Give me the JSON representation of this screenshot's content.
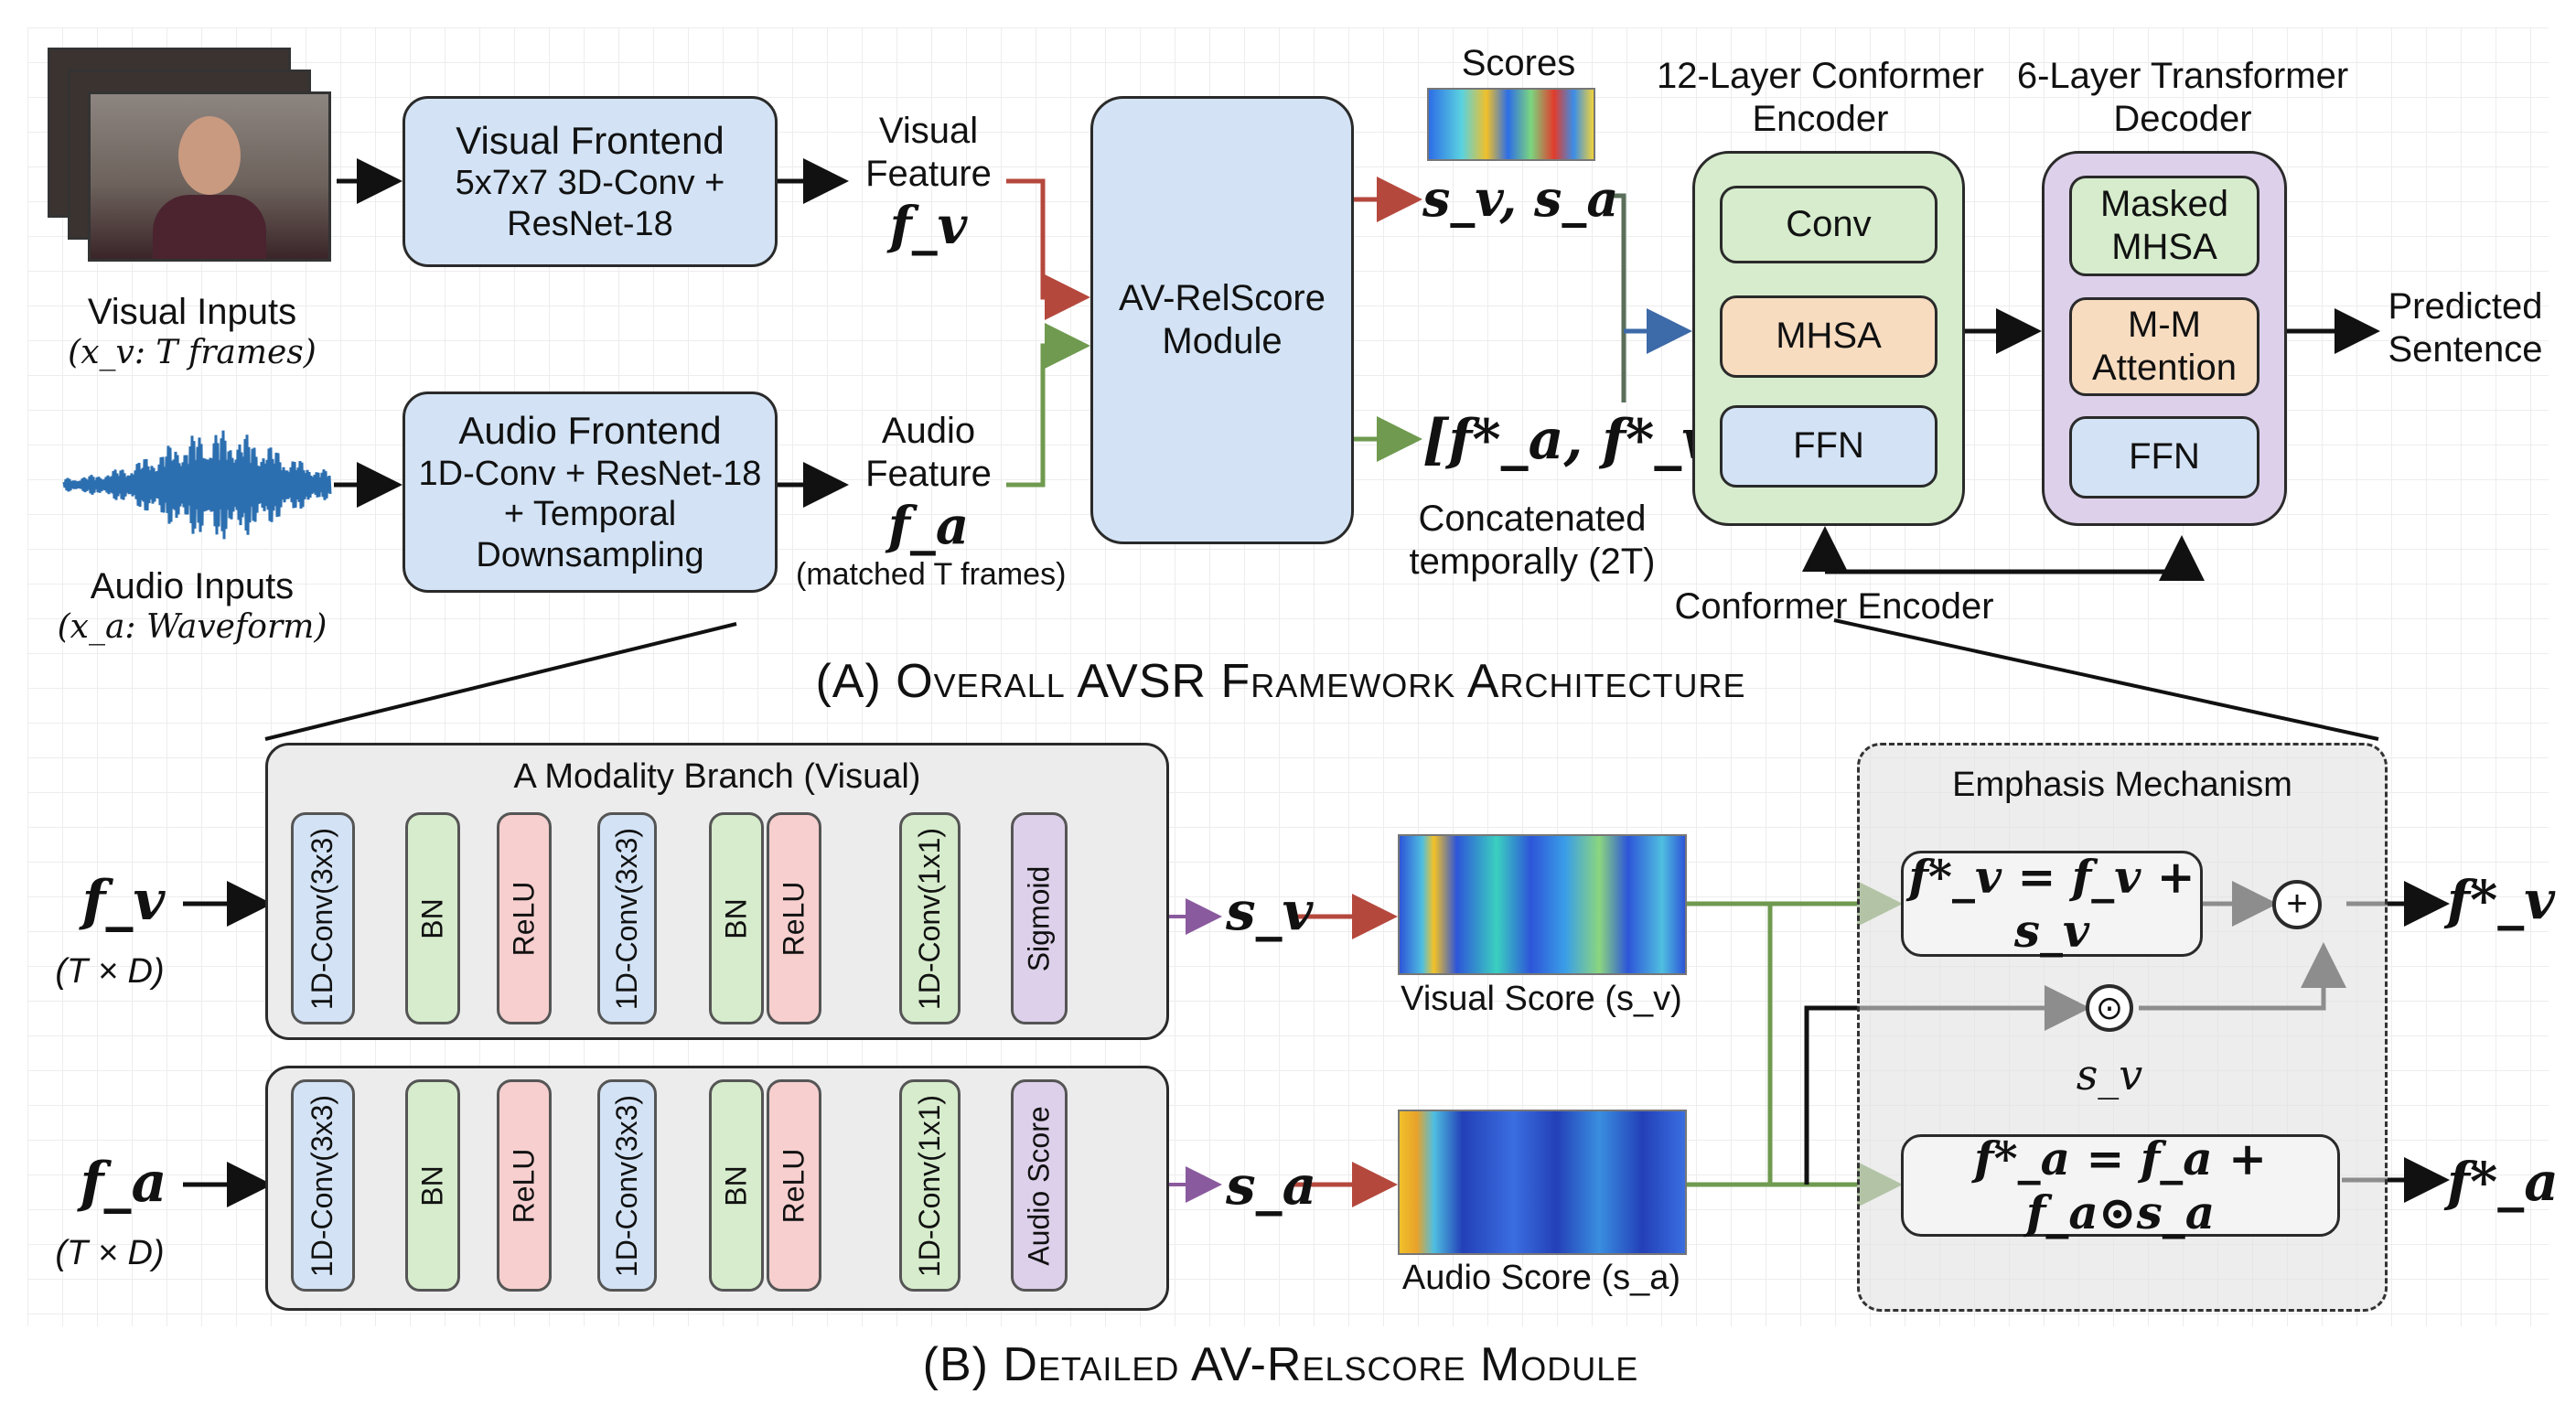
{
  "section_a": {
    "title": "(A) Overall AVSR Framework Architecture",
    "visual_inputs": [
      "Visual Inputs",
      "(x_v: T frames)"
    ],
    "audio_inputs": [
      "Audio Inputs",
      "(x_a: Waveform)"
    ],
    "visual_frontend": [
      "Visual Frontend",
      "5x7x7 3D-Conv +",
      "ResNet-18"
    ],
    "audio_frontend": [
      "Audio Frontend",
      "1D-Conv + ResNet-18",
      "+ Temporal",
      "Downsampling"
    ],
    "visual_feature": [
      "Visual",
      "Feature",
      "f_v"
    ],
    "audio_feature": [
      "Audio",
      "Feature",
      "f_a",
      "(matched T frames)"
    ],
    "relscore_module": [
      "AV-RelScore",
      "Module"
    ],
    "scores_label": "Scores",
    "scores_symbols": "s_v, s_a",
    "concat_symbols": "[f*_a, f*_v]",
    "concat_label": [
      "Concatenated",
      "temporally (2T)"
    ],
    "encoder_title": [
      "12-Layer Conformer",
      "Encoder"
    ],
    "encoder_blocks": [
      "Conv",
      "MHSA",
      "FFN"
    ],
    "decoder_title": [
      "6-Layer Transformer",
      "Decoder"
    ],
    "decoder_blocks": [
      "Masked MHSA",
      "M-M Attention",
      "FFN"
    ],
    "output": [
      "Predicted",
      "Sentence"
    ],
    "conformer_label": "Conformer Encoder"
  },
  "section_b": {
    "title": "(B) Detailed AV-Relscore Module",
    "branch_title": "A Modality Branch (Visual)",
    "visual_input": [
      "f_v",
      "(T × D)"
    ],
    "audio_input": [
      "f_a",
      "(T × D)"
    ],
    "visual_layers": [
      "1D-Conv(3x3)",
      "BN",
      "ReLU",
      "1D-Conv(3x3)",
      "BN",
      "ReLU",
      "1D-Conv(1x1)",
      "Sigmoid"
    ],
    "audio_layers": [
      "1D-Conv(3x3)",
      "BN",
      "ReLU",
      "1D-Conv(3x3)",
      "BN",
      "ReLU",
      "1D-Conv(1x1)",
      "Audio Score"
    ],
    "visual_score_symbol": "s_v",
    "audio_score_symbol": "s_a",
    "visual_score_caption": "Visual Score (s_v)",
    "audio_score_caption": "Audio Score (s_a)",
    "emphasis_title": "Emphasis Mechanism",
    "visual_equation": "f*_v = f_v + s_v",
    "audio_equation": "f*_a = f_a + f_a⊙s_a",
    "sv_label": "s_v",
    "plus_symbol": "+",
    "odot_symbol": "⊙",
    "visual_output": "f*_v",
    "audio_output": "f*_a"
  },
  "colors": {
    "blue": "#d3e3f5",
    "green": "#d6eccc",
    "orange": "#f8dcc0",
    "red": "#f7cfcf",
    "purple": "#ddd0ea",
    "arrow_red": "#b5483d",
    "arrow_green": "#6f9a4f",
    "arrow_blue": "#3d6aa8",
    "arrow_orange": "#d98a3a",
    "arrow_purple": "#8a5a9e"
  }
}
